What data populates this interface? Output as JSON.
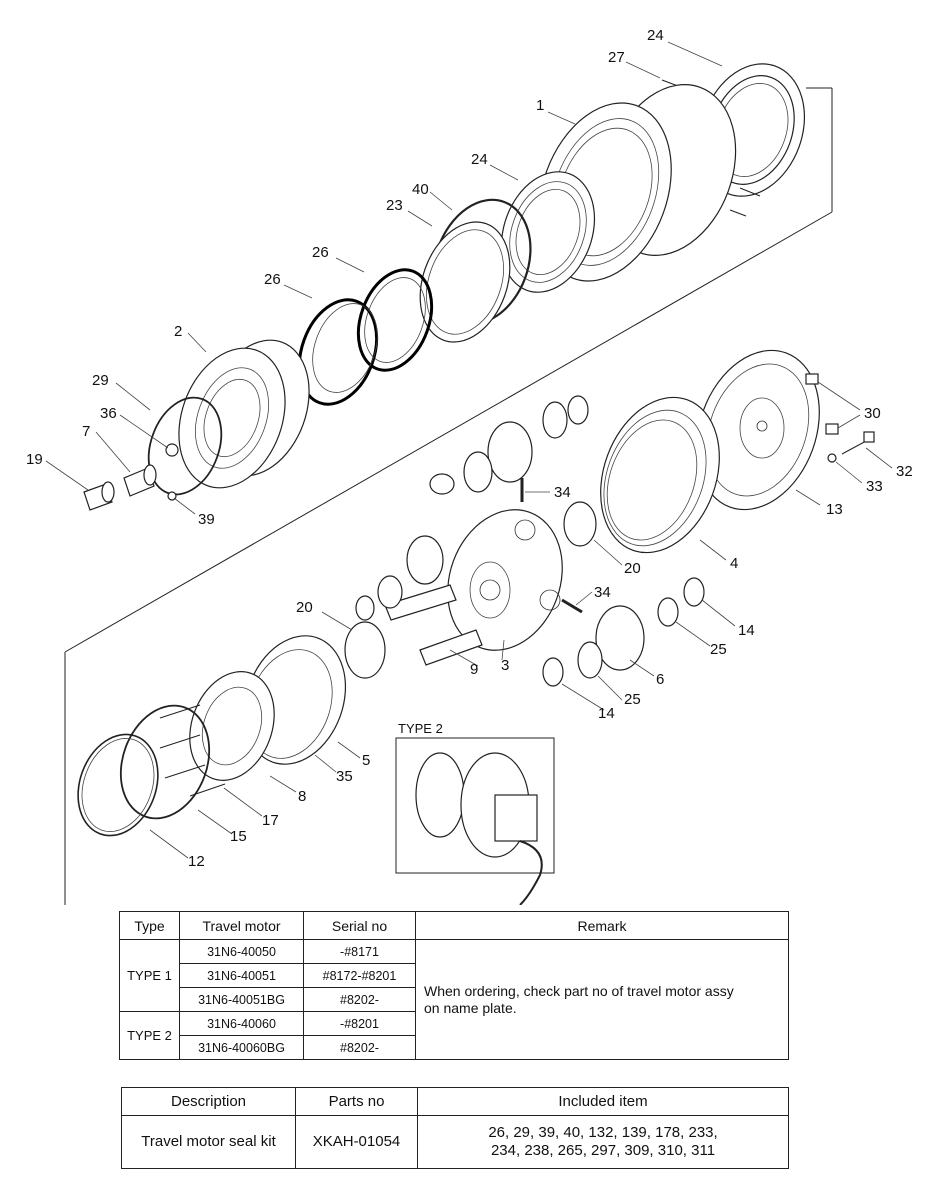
{
  "diagram": {
    "inset_label": "TYPE 2",
    "callouts": {
      "c1": "1",
      "c2": "2",
      "c3": "3",
      "c4": "4",
      "c5": "5",
      "c6": "6",
      "c7": "7",
      "c8": "8",
      "c9": "9",
      "c12": "12",
      "c13": "13",
      "c14a": "14",
      "c14b": "14",
      "c15": "15",
      "c17": "17",
      "c19": "19",
      "c20a": "20",
      "c20b": "20",
      "c23": "23",
      "c24a": "24",
      "c24b": "24",
      "c25a": "25",
      "c25b": "25",
      "c26a": "26",
      "c26b": "26",
      "c27": "27",
      "c29": "29",
      "c30": "30",
      "c32": "32",
      "c33": "33",
      "c34a": "34",
      "c34b": "34",
      "c35": "35",
      "c36": "36",
      "c39": "39",
      "c40": "40"
    }
  },
  "type_table": {
    "headers": {
      "type": "Type",
      "motor": "Travel motor",
      "serial": "Serial no",
      "remark": "Remark"
    },
    "type1": "TYPE 1",
    "type2": "TYPE 2",
    "rows": [
      {
        "motor": "31N6-40050",
        "serial": "-#8171"
      },
      {
        "motor": "31N6-40051",
        "serial": "#8172-#8201"
      },
      {
        "motor": "31N6-40051BG",
        "serial": "#8202-"
      },
      {
        "motor": "31N6-40060",
        "serial": "-#8201"
      },
      {
        "motor": "31N6-40060BG",
        "serial": "#8202-"
      }
    ],
    "remark_line1": "When ordering, check part no of travel motor assy",
    "remark_line2": "on name plate."
  },
  "kit_table": {
    "headers": {
      "description": "Description",
      "parts_no": "Parts no",
      "included": "Included item"
    },
    "row": {
      "description": "Travel motor seal kit",
      "parts_no": "XKAH-01054",
      "included_line1": "26, 29, 39, 40, 132, 139, 178, 233,",
      "included_line2": "234, 238, 265, 297, 309, 310, 311"
    }
  }
}
